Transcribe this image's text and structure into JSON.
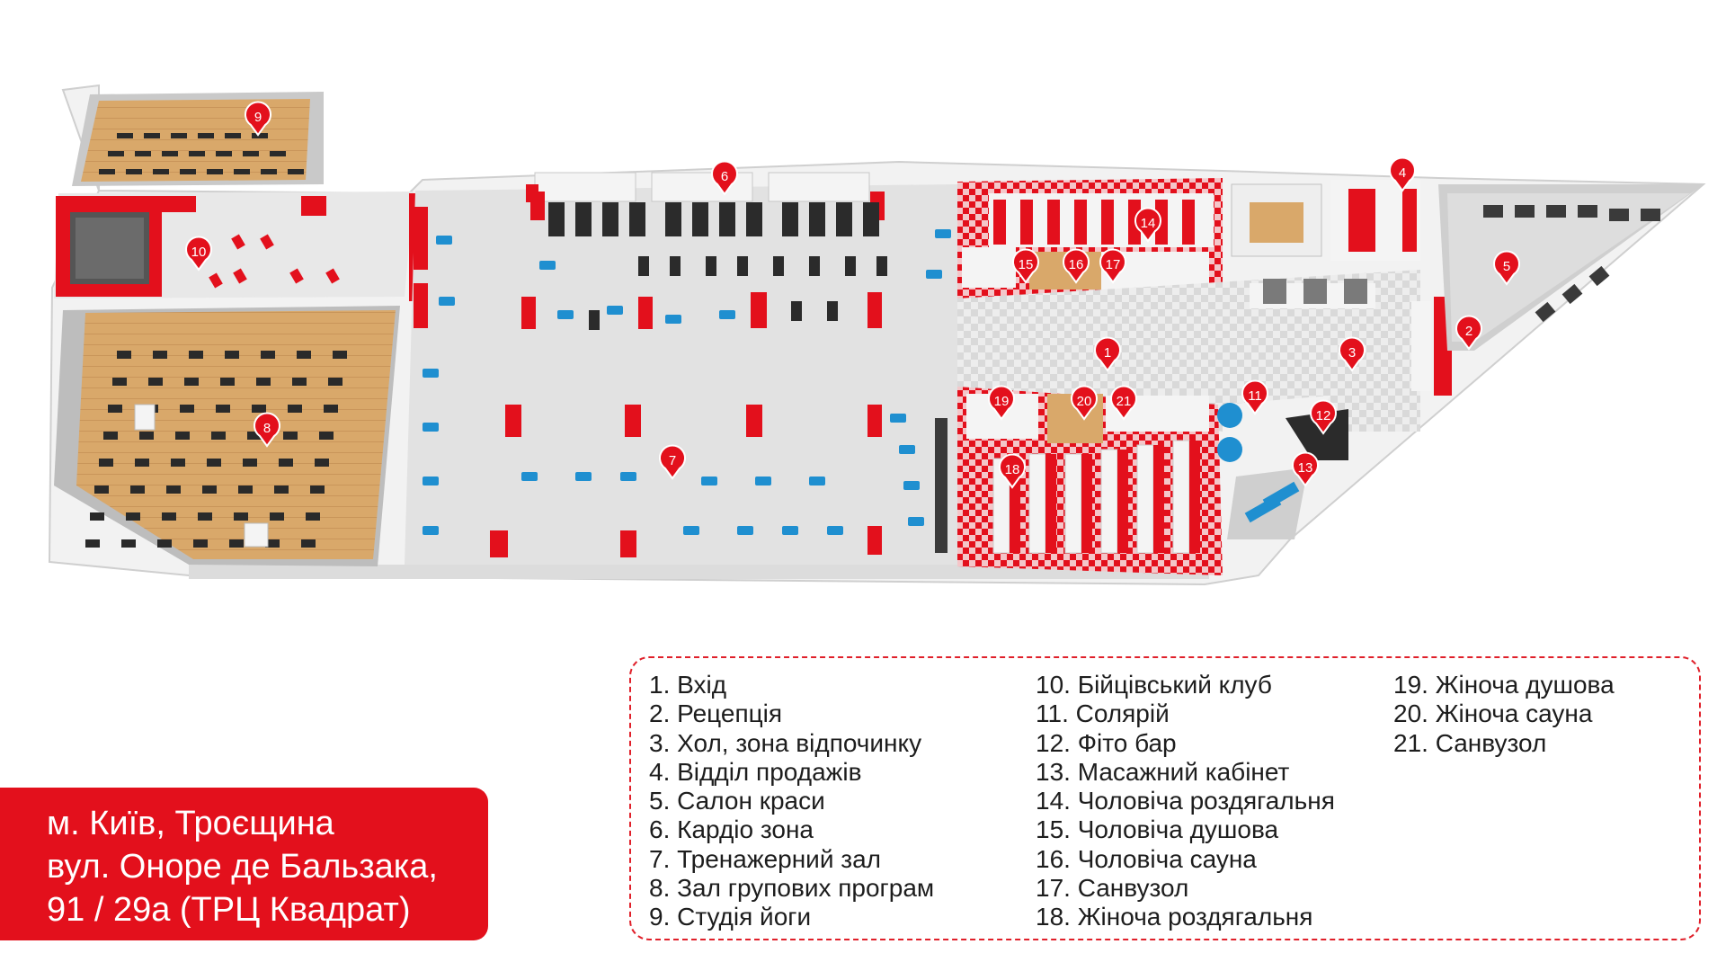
{
  "colors": {
    "brand": "#e3101c",
    "wood": "#d9a86a",
    "floor": "#e6e6e6",
    "tile": "#e3101c",
    "equipment_blue": "#1f8fd0",
    "equipment_dark": "#2b2b2b"
  },
  "markers": [
    "1",
    "2",
    "3",
    "4",
    "5",
    "6",
    "7",
    "8",
    "9",
    "10",
    "11",
    "12",
    "13",
    "14",
    "15",
    "16",
    "17",
    "18",
    "19",
    "20",
    "21"
  ],
  "legend": {
    "col1": [
      "1. Вхід",
      "2. Рецепція",
      "3. Хол, зона відпочинку",
      "4. Відділ продажів",
      "5. Салон краси",
      "6. Кардіо зона",
      "7. Тренажерний зал",
      "8. Зал групових програм",
      "9. Студія йоги"
    ],
    "col2": [
      "10. Бійцівський клуб",
      "11. Солярій",
      "12. Фіто бар",
      "13. Масажний кабінет",
      "14. Чоловіча роздягальня",
      "15. Чоловіча душова",
      "16. Чоловіча сауна",
      "17. Санвузол",
      "18. Жіноча роздягальня"
    ],
    "col3": [
      "19. Жіноча душова",
      "20. Жіноча сауна",
      "21. Санвузол"
    ]
  },
  "address": {
    "line1": "м. Київ, Троєщина",
    "line2": "вул. Оноре де Бальзака,",
    "line3": "91 / 29а (ТРЦ Квадрат)"
  }
}
